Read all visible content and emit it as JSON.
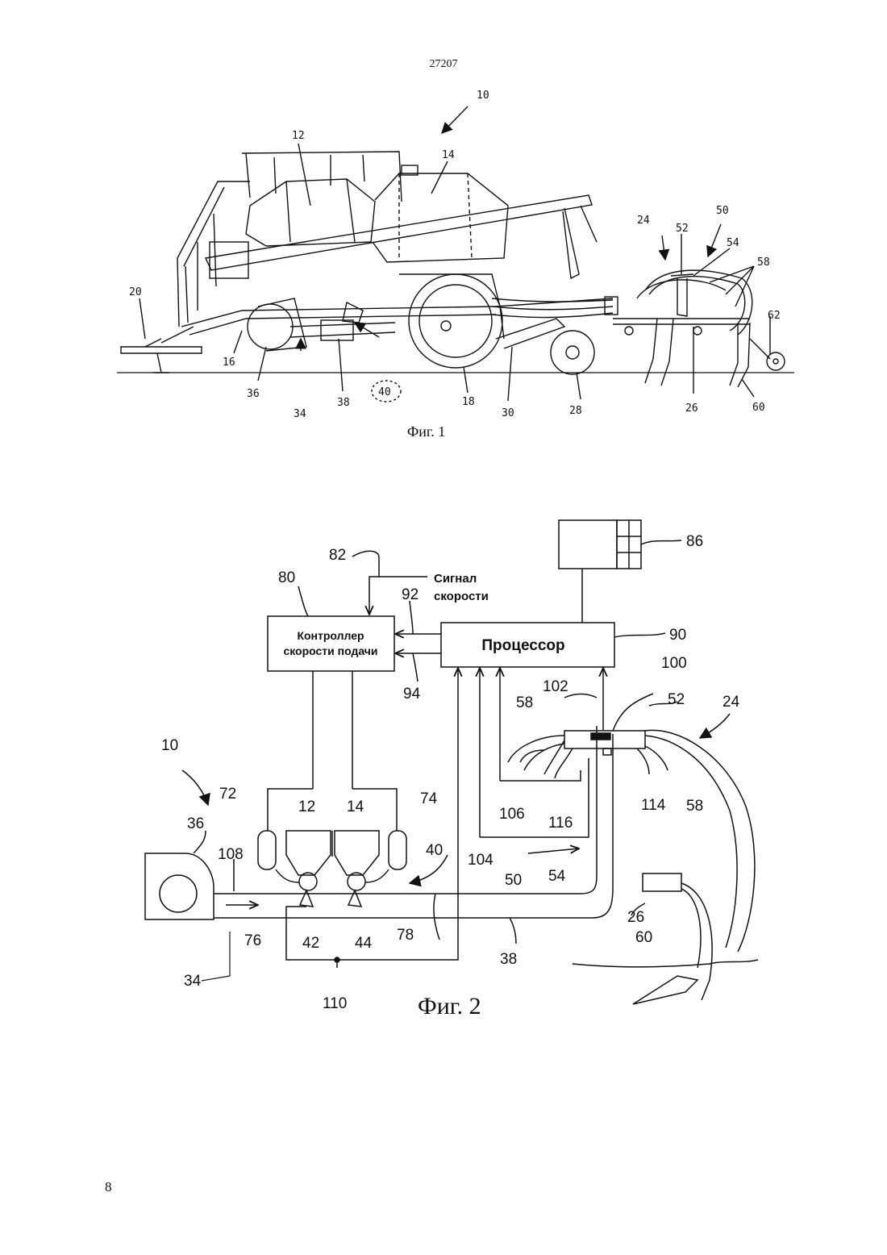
{
  "document_number": "27207",
  "page_number": "8",
  "figure1": {
    "caption": "Фиг. 1",
    "labels": {
      "l10": "10",
      "l12": "12",
      "l14": "14",
      "l16": "16",
      "l18": "18",
      "l20": "20",
      "l24": "24",
      "l26": "26",
      "l28": "28",
      "l30": "30",
      "l34": "34",
      "l36": "36",
      "l38": "38",
      "l40": "40",
      "l50": "50",
      "l52": "52",
      "l54": "54",
      "l58": "58",
      "l60": "60",
      "l62": "62"
    }
  },
  "figure2": {
    "caption": "Фиг. 2",
    "controller_line1": "Контроллер",
    "controller_line2": "скорости подачи",
    "processor": "Процессор",
    "signal_line1": "Сигнал",
    "signal_line2": "скорости",
    "labels": {
      "l10": "10",
      "l12": "12",
      "l14": "14",
      "l24": "24",
      "l26": "26",
      "l34": "34",
      "l36": "36",
      "l38": "38",
      "l40": "40",
      "l42": "42",
      "l44": "44",
      "l50": "50",
      "l52": "52",
      "l54": "54",
      "l58a": "58",
      "l58b": "58",
      "l60": "60",
      "l72": "72",
      "l74": "74",
      "l76": "76",
      "l78": "78",
      "l80": "80",
      "l82": "82",
      "l86": "86",
      "l90": "90",
      "l92": "92",
      "l94": "94",
      "l100": "100",
      "l102": "102",
      "l104": "104",
      "l106": "106",
      "l108": "108",
      "l110": "110",
      "l114": "114",
      "l116": "116"
    }
  }
}
